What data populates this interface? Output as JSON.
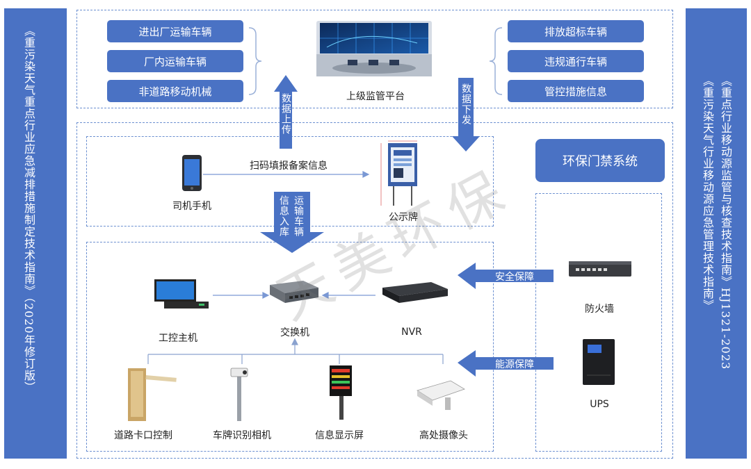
{
  "left_banner": {
    "title": "《重污染天气重点行业应急减排措施制定技术指南》（2020年修订版）"
  },
  "right_banner": {
    "line1": "《重点行业移动源监管与核查技术指南》HJ1321-2023",
    "line2": "《重污染天气行业移动源应急管理技术指南》"
  },
  "top_left_items": [
    "进出厂运输车辆",
    "厂内运输车辆",
    "非道路移动机械"
  ],
  "top_right_items": [
    "排放超标车辆",
    "违规通行车辆",
    "管控措施信息"
  ],
  "platform": {
    "label": "上级监管平台"
  },
  "arrows": {
    "upload": "数据上传",
    "download": "数据下发",
    "storage_col1": "信息入库",
    "storage_col2": "运输车辆",
    "security": "安全保障",
    "energy": "能源保障"
  },
  "system_title": "环保门禁系统",
  "scan_label": "扫码填报备案信息",
  "devices": {
    "phone": "司机手机",
    "board": "公示牌",
    "ipc": "工控主机",
    "switch": "交换机",
    "nvr": "NVR",
    "firewall": "防火墙",
    "ups": "UPS",
    "barrier": "道路卡口控制",
    "plate_cam": "车牌识别相机",
    "display": "信息显示屏",
    "hd_cam": "高处摄像头"
  },
  "watermark": "天美环保",
  "colors": {
    "accent": "#4a72c4",
    "dash": "#6b8fd0"
  }
}
